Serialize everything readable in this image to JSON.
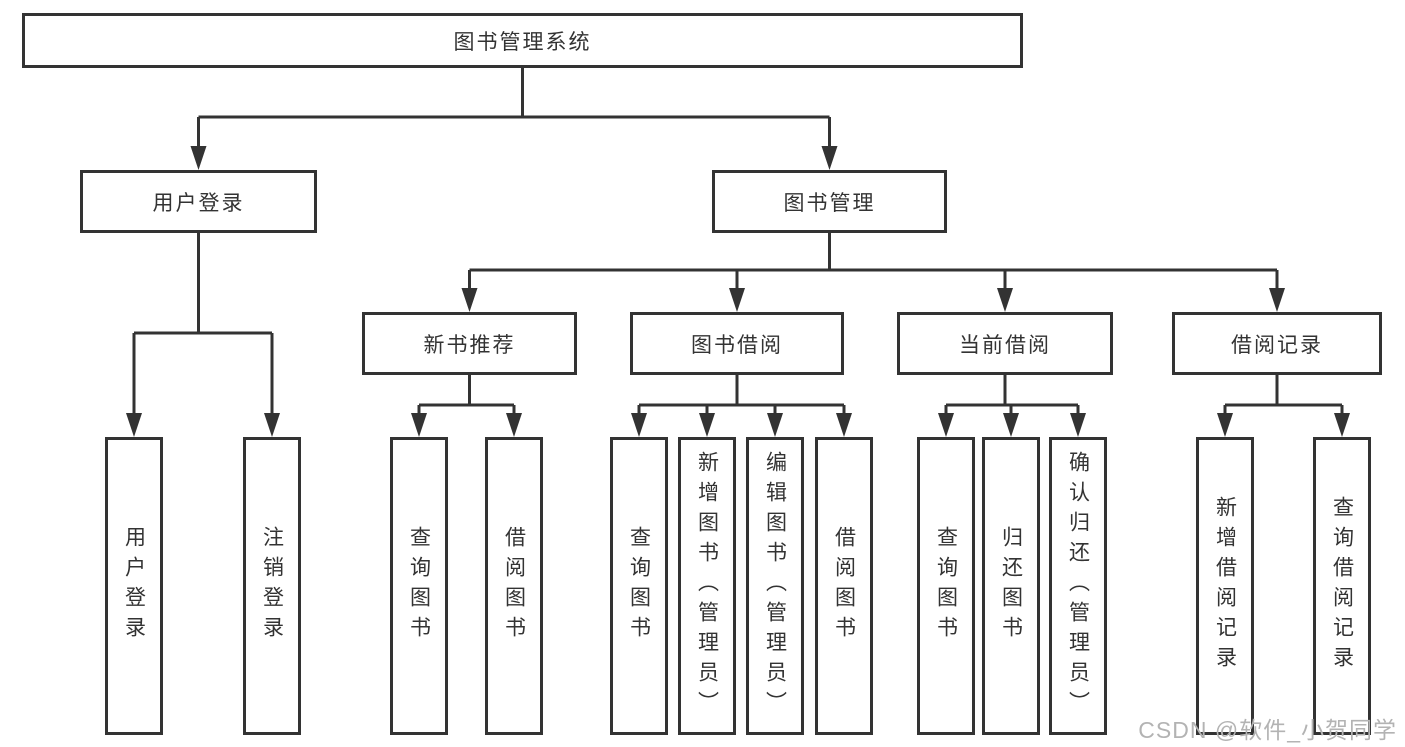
{
  "tree": {
    "root": "图书管理系统",
    "branches": [
      {
        "label": "用户登录",
        "children": [
          "用户登录",
          "注销登录"
        ]
      },
      {
        "label": "图书管理",
        "sections": [
          {
            "label": "新书推荐",
            "children": [
              "查询图书",
              "借阅图书"
            ]
          },
          {
            "label": "图书借阅",
            "children": [
              "查询图书",
              "新增图书（管理员）",
              "编辑图书（管理员）",
              "借阅图书"
            ]
          },
          {
            "label": "当前借阅",
            "children": [
              "查询图书",
              "归还图书",
              "确认归还（管理员）"
            ]
          },
          {
            "label": "借阅记录",
            "children": [
              "新增借阅记录",
              "查询借阅记录"
            ]
          }
        ]
      }
    ]
  },
  "watermark": "CSDN @软件_小贺同学",
  "colors": {
    "line": "#333333",
    "box_fill": "#ffffff",
    "text": "#333333",
    "watermark": "#b3b3b3",
    "background": "#ffffff"
  }
}
